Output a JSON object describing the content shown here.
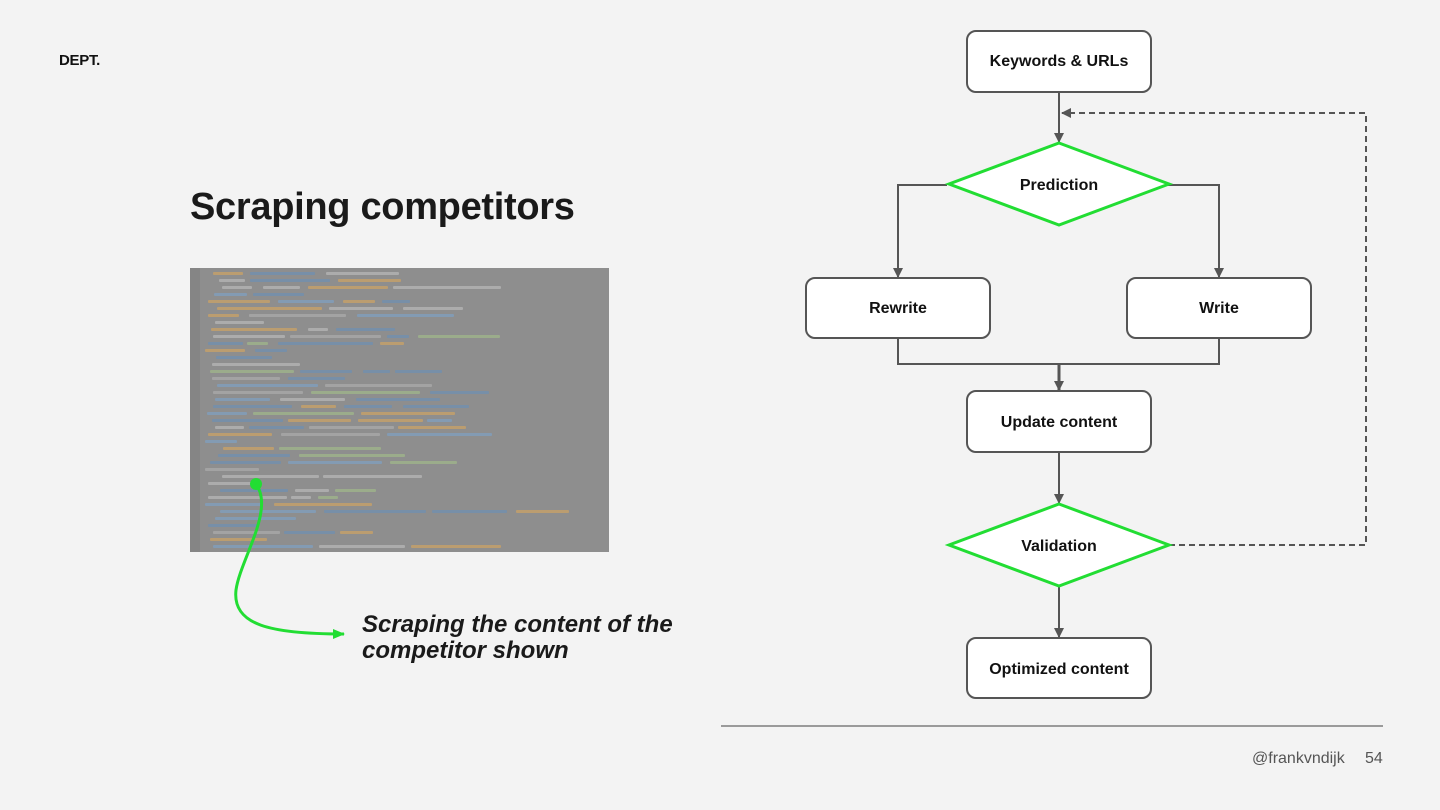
{
  "logo": {
    "text": "DEPT."
  },
  "slide": {
    "title": "Scraping competitors",
    "caption_line1": "Scraping the content of the",
    "caption_line2": "competitor shown"
  },
  "diagram": {
    "nodes": {
      "keywords": "Keywords & URLs",
      "prediction": "Prediction",
      "rewrite": "Rewrite",
      "write": "Write",
      "update": "Update content",
      "validation": "Validation",
      "optimized": "Optimized content"
    },
    "colors": {
      "decision_stroke": "#22dd33",
      "box_stroke": "#555555",
      "arrow": "#555555",
      "pointer": "#22dd33"
    }
  },
  "footer": {
    "handle": "@frankvndijk",
    "page": "54"
  }
}
